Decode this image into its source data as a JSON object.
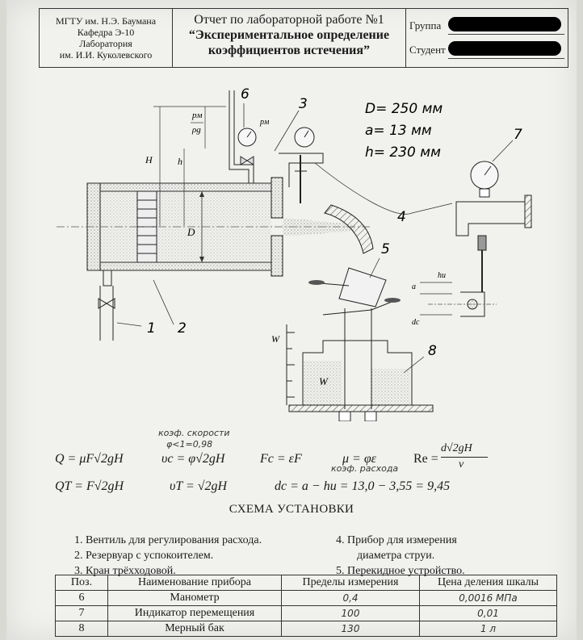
{
  "header": {
    "org_lines": [
      "МГТУ им. Н.Э. Баумана",
      "Кафедра Э-10",
      "Лаборатория",
      "им. И.И. Куколевского"
    ],
    "title_line1": "Отчет по лабораторной работе №1",
    "title_line2": "“Экспериментальное определение",
    "title_line3": "коэффициентов истечения”",
    "group_label": "Группа",
    "student_label": "Студент"
  },
  "figure": {
    "params": [
      "D= 250 мм",
      "a= 13  мм",
      "h= 230 мм"
    ],
    "callouts": [
      "1",
      "2",
      "3",
      "4",
      "5",
      "6",
      "7",
      "8"
    ],
    "dim_labels": {
      "H": "H",
      "pm": "pм",
      "rho_g": "ρg",
      "h": "h",
      "D": "D",
      "pm_small": "pм",
      "W1": "W",
      "W2": "W",
      "a": "a",
      "hu": "hи",
      "dc": "dc"
    }
  },
  "annotations": {
    "speed_note1": "коэф. скорости",
    "speed_note2": "φ<1=0,98",
    "flow_note": "коэф. расхода"
  },
  "formulas": {
    "f1": "Q = μF√2gH",
    "f2": "υc = φ√2gH",
    "f3": "Fc = εF",
    "f4": "μ = φε",
    "f5_num": "d√2gH",
    "f5_lhs": "Re =",
    "f5_den": "ν",
    "f6": "QT = F√2gH",
    "f7": "υT = √2gH",
    "f8": "dc = a − hи = 13,0 − 3,55 = 9,45"
  },
  "caption": "СХЕМА УСТАНОВКИ",
  "legend": [
    "1.  Вентиль для регулирования расхода.",
    "2.  Резервуар с успокоителем.",
    "3.  Кран трёхходовой.",
    "4.  Прибор для измерения",
    "диаметра струи.",
    "5.  Перекидное устройство."
  ],
  "table": {
    "headers": [
      "Поз.",
      "Наименование прибора",
      "Пределы измерения",
      "Цена деления шкалы"
    ],
    "rows": [
      [
        "6",
        "Манометр",
        "0,4",
        "0,0016 МПа"
      ],
      [
        "7",
        "Индикатор перемещения",
        "100",
        "0,01"
      ],
      [
        "8",
        "Мерный бак",
        "130",
        "1 л"
      ]
    ]
  }
}
